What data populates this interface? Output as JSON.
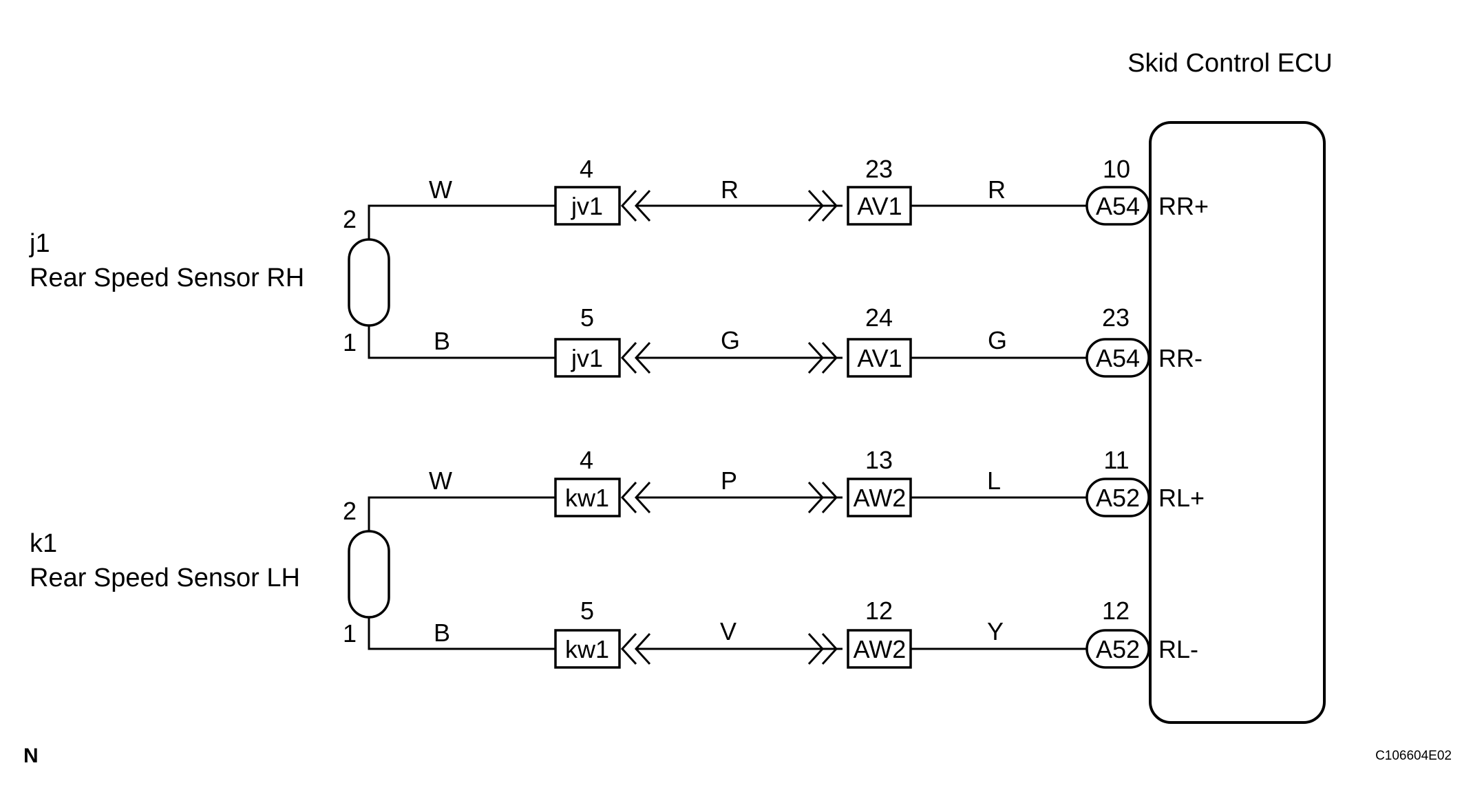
{
  "ecu": {
    "title": "Skid Control ECU"
  },
  "sensors": [
    {
      "id": "j1",
      "name": "Rear Speed Sensor RH",
      "pin_top": "2",
      "pin_bottom": "1"
    },
    {
      "id": "k1",
      "name": "Rear Speed Sensor LH",
      "pin_top": "2",
      "pin_bottom": "1"
    }
  ],
  "circuits": [
    {
      "sensor_wire": "W",
      "j_pin": "4",
      "j_conn": "jv1",
      "mid_wire": "R",
      "c_pin": "23",
      "c_conn": "AV1",
      "ecu_wire": "R",
      "e_pin": "10",
      "e_conn": "A54",
      "signal": "RR+"
    },
    {
      "sensor_wire": "B",
      "j_pin": "5",
      "j_conn": "jv1",
      "mid_wire": "G",
      "c_pin": "24",
      "c_conn": "AV1",
      "ecu_wire": "G",
      "e_pin": "23",
      "e_conn": "A54",
      "signal": "RR-"
    },
    {
      "sensor_wire": "W",
      "j_pin": "4",
      "j_conn": "kw1",
      "mid_wire": "P",
      "c_pin": "13",
      "c_conn": "AW2",
      "ecu_wire": "L",
      "e_pin": "11",
      "e_conn": "A52",
      "signal": "RL+"
    },
    {
      "sensor_wire": "B",
      "j_pin": "5",
      "j_conn": "kw1",
      "mid_wire": "V",
      "c_pin": "12",
      "c_conn": "AW2",
      "ecu_wire": "Y",
      "e_pin": "12",
      "e_conn": "A52",
      "signal": "RL-"
    }
  ],
  "footer": {
    "left": "N",
    "right": "C106604E02"
  }
}
